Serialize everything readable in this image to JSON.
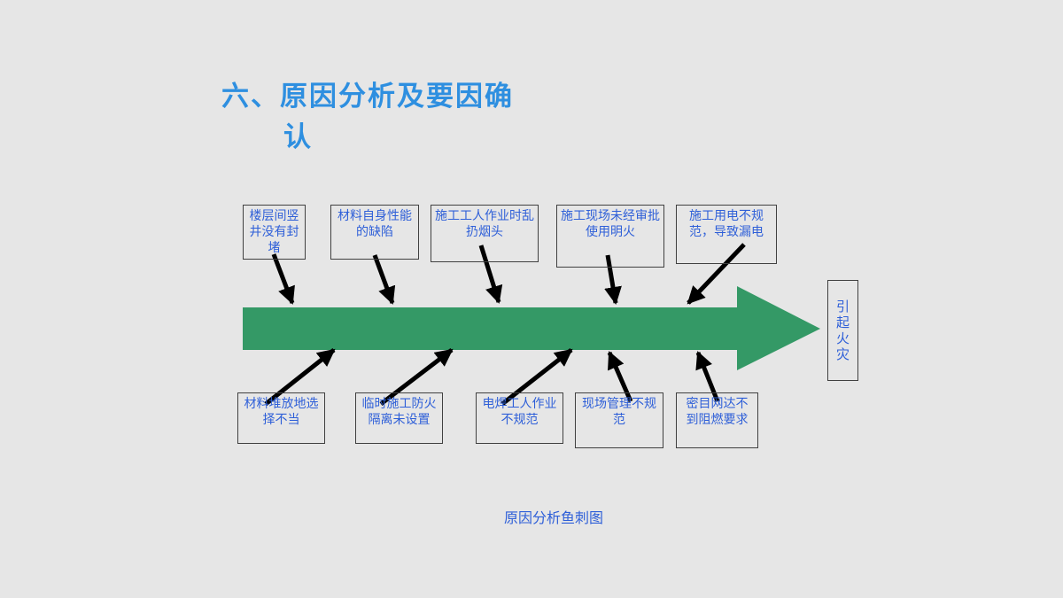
{
  "title": {
    "line1": "六、原因分析及要因确",
    "line2": "认"
  },
  "causes_top": [
    {
      "text": "楼层间竖井没有封堵"
    },
    {
      "text": "材料自身性能的缺陷"
    },
    {
      "text": "施工工人作业时乱扔烟头"
    },
    {
      "text": "施工现场未经审批使用明火"
    },
    {
      "text": "施工用电不规范，导致漏电"
    }
  ],
  "causes_bottom": [
    {
      "text": "材料堆放地选择不当"
    },
    {
      "text": "临时施工防火隔离未设置"
    },
    {
      "text": "电焊工人作业不规范"
    },
    {
      "text": "现场管理不规范"
    },
    {
      "text": "密目网达不到阻燃要求"
    }
  ],
  "result": {
    "chars": [
      "引",
      "起",
      "火",
      "灾"
    ]
  },
  "caption": "原因分析鱼刺图",
  "colors": {
    "spine": "#349966",
    "title": "#2e8fe0",
    "text": "#2e5fd8",
    "arrow": "#000000"
  }
}
